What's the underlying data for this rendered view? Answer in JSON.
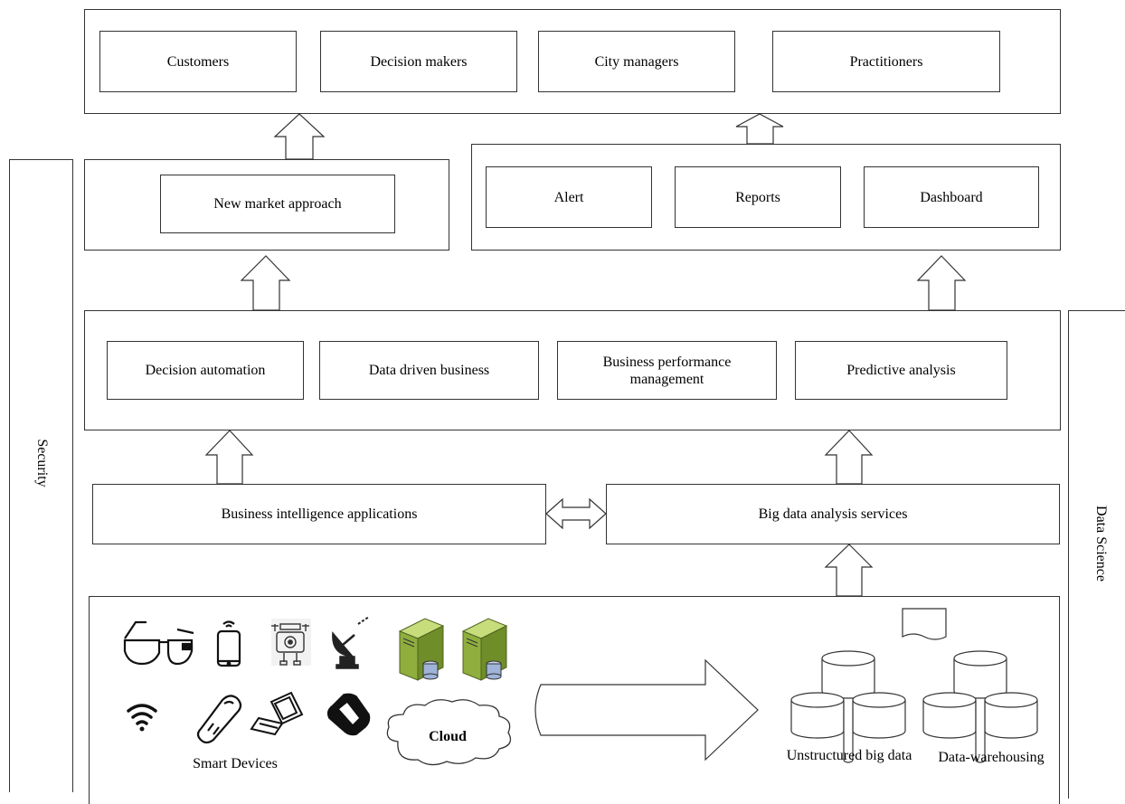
{
  "top_layer": {
    "items": [
      "Customers",
      "Decision makers",
      "City managers",
      "Practitioners"
    ]
  },
  "market": {
    "label": "New market approach"
  },
  "outputs": {
    "items": [
      "Alert",
      "Reports",
      "Dashboard"
    ]
  },
  "analytics": {
    "items": [
      "Decision automation",
      "Data driven business",
      "Business performance management",
      "Predictive analysis"
    ]
  },
  "services": {
    "bi": "Business intelligence applications",
    "bigdata": "Big data analysis services"
  },
  "data_layer": {
    "smart_devices": "Smart Devices",
    "cloud": "Cloud",
    "unstructured": "Unstructured big data",
    "warehousing": "Data-warehousing"
  },
  "side": {
    "left": "Security",
    "right": "Data Science"
  },
  "icons": [
    "smart-glasses-icon",
    "smartphone-icon",
    "robot-icon",
    "satellite-dish-icon",
    "server-database-icon",
    "server-database-icon",
    "wifi-icon",
    "mobile-phone-icon",
    "laptop-icon",
    "smartwatch-icon",
    "cloud-icon",
    "document-icon",
    "database-cluster-icon",
    "database-cluster-icon"
  ],
  "colors": {
    "stroke": "#333333",
    "server_green": "#8fae3e",
    "db_blue": "#9fb4d8"
  }
}
